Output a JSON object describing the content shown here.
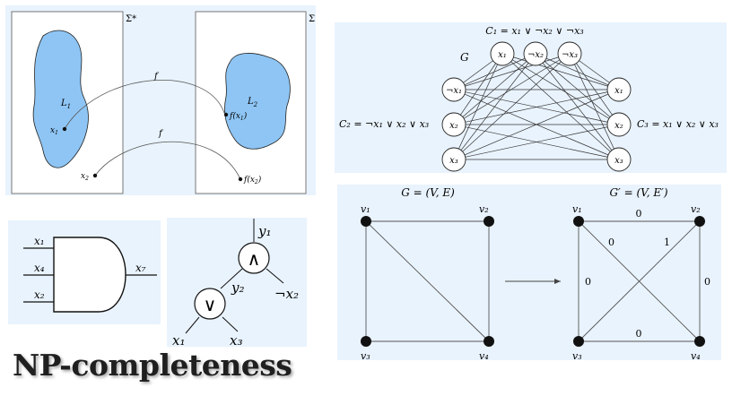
{
  "title": "NP-completeness",
  "reduction": {
    "left_set": "Σ*",
    "right_set": "Σ",
    "left_lang": "L",
    "left_lang_sub": "1",
    "right_lang": "L",
    "right_lang_sub": "2",
    "func_top": "f",
    "func_bottom": "f",
    "x1": "x",
    "x1_sub": "1",
    "x2": "x",
    "x2_sub": "2",
    "fx1": "f(x",
    "fx1_sub": "1",
    "fx1_end": ")",
    "fx2": "f(x",
    "fx2_sub": "2",
    "fx2_end": ")"
  },
  "sat_graph": {
    "c1_label": "C₁ = x₁ ∨ ¬x₂ ∨ ¬x₃",
    "c2_label": "C₂ = ¬x₁ ∨ x₂ ∨ x₃",
    "c3_label": "C₃ = x₁ ∨ x₂ ∨ x₃",
    "graph_label": "G",
    "top_nodes": [
      "x₁",
      "¬x₂",
      "¬x₃"
    ],
    "left_nodes": [
      "¬x₁",
      "x₂",
      "x₃"
    ],
    "right_nodes": [
      "x₁",
      "x₂",
      "x₃"
    ]
  },
  "gate": {
    "inputs": [
      "x₁",
      "x₄",
      "x₂"
    ],
    "output": "x₇"
  },
  "tree": {
    "top": "y₁",
    "and_symbol": "∧",
    "or_symbol": "∨",
    "mid": "y₂",
    "neg": "¬x₂",
    "leaf_left": "x₁",
    "leaf_right": "x₃"
  },
  "graph_transform": {
    "g_label": "G = (V, E)",
    "gp_label": "G′ = (V, E′)",
    "g_vertices": [
      "v₁",
      "v₂",
      "v₃",
      "v₄"
    ],
    "gp_vertices": [
      "v₁",
      "v₂",
      "v₃",
      "v₄"
    ],
    "weights": {
      "top": "0",
      "bottom": "0",
      "left": "0",
      "right": "0",
      "diag_main": "0",
      "diag_anti": "1"
    }
  }
}
